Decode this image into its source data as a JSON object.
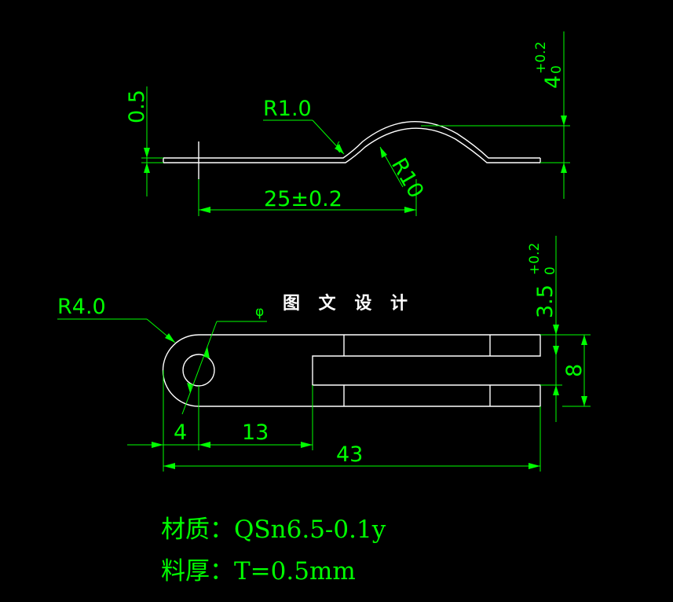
{
  "title": "图 文 设 计",
  "side_view": {
    "thickness": "0.5",
    "bend_radius": "R1.0",
    "arc_radius": "R10",
    "length": "25±0.2",
    "height_nominal": "4",
    "height_tol_upper": "+0.2",
    "height_tol_lower": "0"
  },
  "top_view": {
    "corner_radius": "R4.0",
    "hole_symbol": "φ",
    "slot_width_nominal": "3.5",
    "slot_width_tol_upper": "+0.2",
    "slot_width_tol_lower": "0",
    "width": "8",
    "dim_4": "4",
    "dim_13": "13",
    "dim_43": "43"
  },
  "notes": {
    "material": "材质：QSn6.5-0.1y",
    "thickness": "料厚：T=0.5mm"
  },
  "colors": {
    "background": "#000000",
    "part_lines": "#ffffff",
    "dimensions": "#00ff00"
  }
}
